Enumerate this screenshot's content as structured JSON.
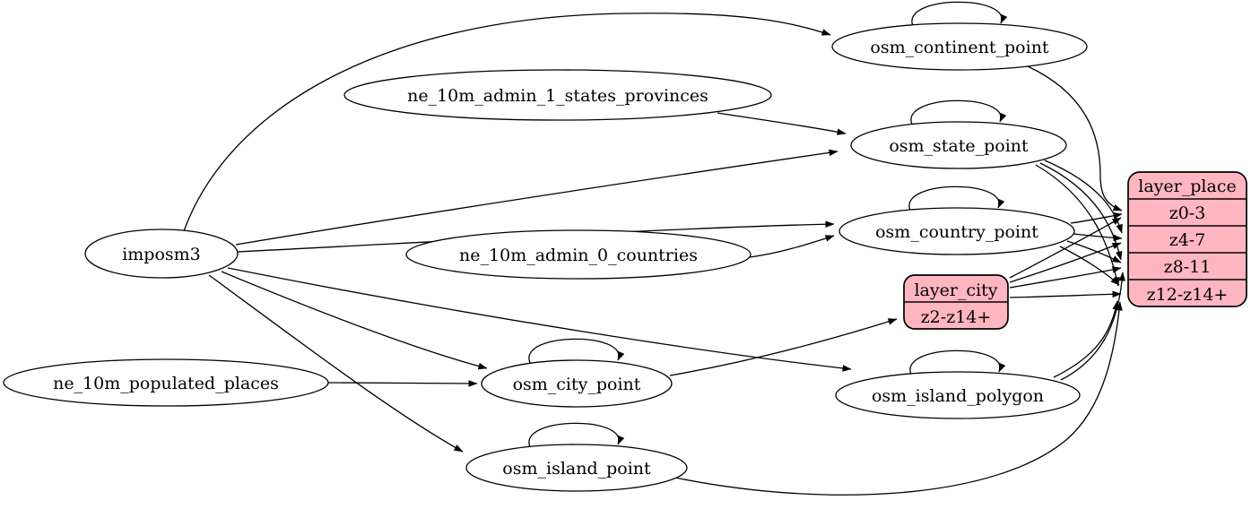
{
  "diagram": {
    "colors": {
      "background": "#ffffff",
      "node_fill": "#ffffff",
      "record_fill": "#ffb6c1",
      "stroke": "#000000"
    },
    "nodes": {
      "imposm3": {
        "label": "imposm3"
      },
      "ne_10m_admin_1_states_provinces": {
        "label": "ne_10m_admin_1_states_provinces"
      },
      "ne_10m_admin_0_countries": {
        "label": "ne_10m_admin_0_countries"
      },
      "ne_10m_populated_places": {
        "label": "ne_10m_populated_places"
      },
      "osm_continent_point": {
        "label": "osm_continent_point"
      },
      "osm_state_point": {
        "label": "osm_state_point"
      },
      "osm_country_point": {
        "label": "osm_country_point"
      },
      "osm_city_point": {
        "label": "osm_city_point"
      },
      "osm_island_polygon": {
        "label": "osm_island_polygon"
      },
      "osm_island_point": {
        "label": "osm_island_point"
      }
    },
    "records": {
      "layer_city": {
        "title": "layer_city",
        "rows": [
          "z2-z14+"
        ]
      },
      "layer_place": {
        "title": "layer_place",
        "rows": [
          "z0-3",
          "z4-7",
          "z8-11",
          "z12-z14+"
        ]
      }
    }
  }
}
